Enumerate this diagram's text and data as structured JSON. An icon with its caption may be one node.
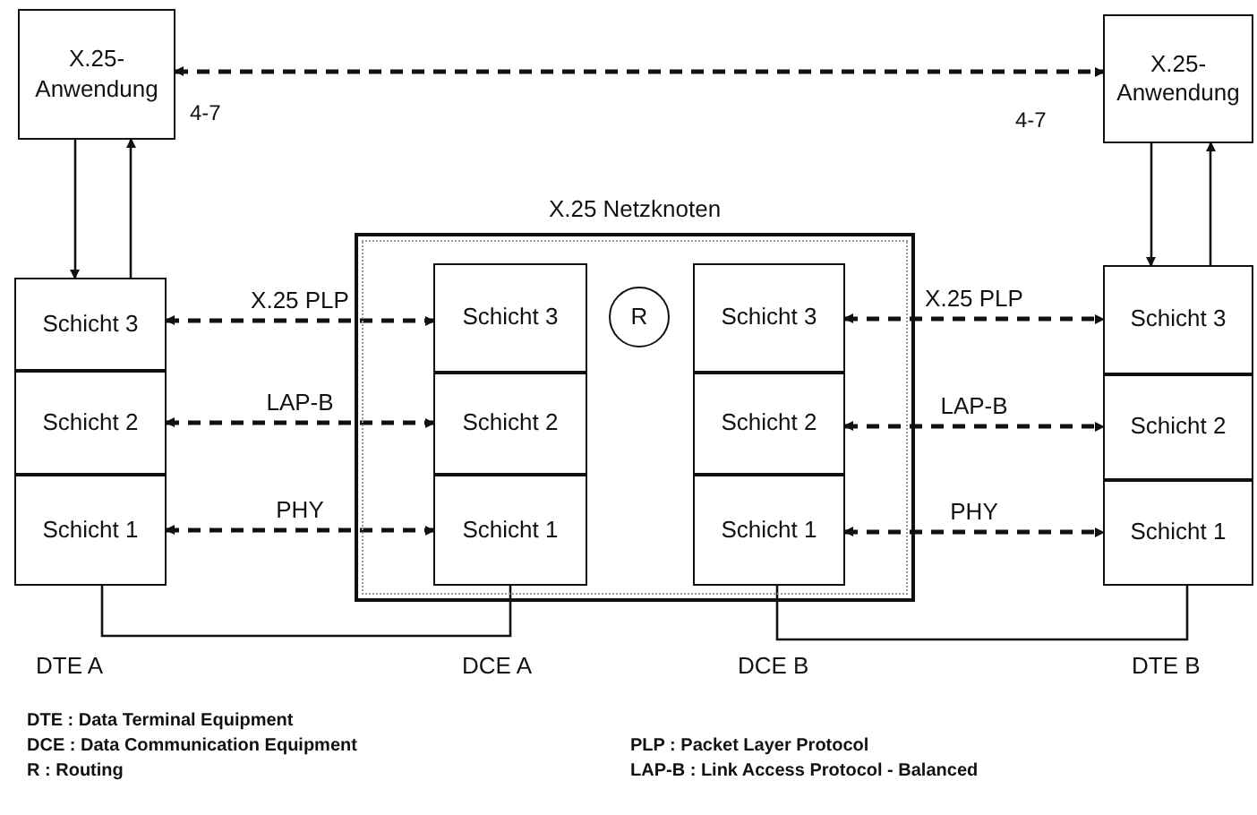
{
  "diagram": {
    "nodes": [
      {
        "text": [
          "X.25- Anwendung"
        ],
        "beside": [
          "4-7"
        ]
      },
      {
        "text": [
          "X.25- Anwendung"
        ],
        "beside": [
          "4-7"
        ]
      },
      {
        "text": [
          "X.25 Netzknoten"
        ]
      },
      {
        "text": [
          "Schicht 3"
        ]
      },
      {
        "text": [
          "Schicht 2"
        ]
      },
      {
        "text": [
          "Schicht 1"
        ]
      },
      {
        "text": [
          "Schicht 3"
        ],
        "in": 2
      },
      {
        "text": [
          "Schicht 2"
        ],
        "in": 2
      },
      {
        "text": [
          "Schicht 1"
        ],
        "in": 2
      },
      {
        "text": [
          "R"
        ],
        "in": 2
      },
      {
        "text": [
          "Schicht 3"
        ],
        "in": 2
      },
      {
        "text": [
          "Schicht 2"
        ],
        "in": 2
      },
      {
        "text": [
          "Schicht 1"
        ],
        "in": 2
      },
      {
        "text": [
          "Schicht 3"
        ]
      },
      {
        "text": [
          "Schicht 2"
        ]
      },
      {
        "text": [
          "Schicht 1"
        ]
      }
    ],
    "edges": [
      {
        "from": 0,
        "to": 1,
        "arrow": "both",
        "style": "dashed"
      },
      {
        "from": 0,
        "to": 3,
        "arrow": "to"
      },
      {
        "from": 3,
        "to": 0,
        "arrow": "to"
      },
      {
        "from": 1,
        "to": 13,
        "arrow": "to"
      },
      {
        "from": 13,
        "to": 1,
        "arrow": "to"
      },
      {
        "from": 3,
        "to": 6,
        "arrow": "both",
        "style": "dashed",
        "label": "X.25 PLP"
      },
      {
        "from": 4,
        "to": 7,
        "arrow": "both",
        "style": "dashed",
        "label": "LAP-B"
      },
      {
        "from": 5,
        "to": 8,
        "arrow": "both",
        "style": "dashed",
        "label": "PHY"
      },
      {
        "from": 10,
        "to": 13,
        "arrow": "both",
        "style": "dashed",
        "label": "X.25 PLP"
      },
      {
        "from": 11,
        "to": 14,
        "arrow": "both",
        "style": "dashed",
        "label": "LAP-B"
      },
      {
        "from": 12,
        "to": 15,
        "arrow": "both",
        "style": "dashed",
        "label": "PHY"
      },
      {
        "from": 5,
        "to": 8,
        "arrow": "none"
      },
      {
        "from": 12,
        "to": 15,
        "arrow": "none"
      }
    ],
    "labels": [
      "DTE A",
      "DCE A",
      "DCE B",
      "DTE B",
      "DTE : Data Terminal Equipment",
      "DCE : Data Communication Equipment",
      "R : Routing",
      "PLP : Packet Layer Protocol",
      "LAP-B : Link Access Protocol - Balanced"
    ]
  }
}
